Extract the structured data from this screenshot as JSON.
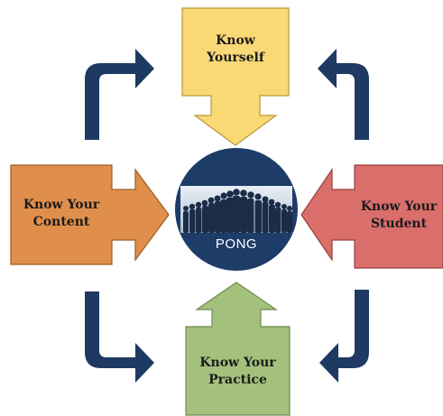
{
  "diagram": {
    "top_box": {
      "label": "Know\nYourself",
      "color": "#f9d876"
    },
    "left_box": {
      "label": "Know Your\nContent",
      "color": "#df8f4b"
    },
    "right_box": {
      "label": "Know Your\nStudent",
      "color": "#d96e6b"
    },
    "bottom_box": {
      "label": "Know Your\nPractice",
      "color": "#a3c17c"
    },
    "center": {
      "label": "PONG",
      "color": "#1d3c68"
    },
    "cycle_arrow_color": "#1e3a62"
  }
}
